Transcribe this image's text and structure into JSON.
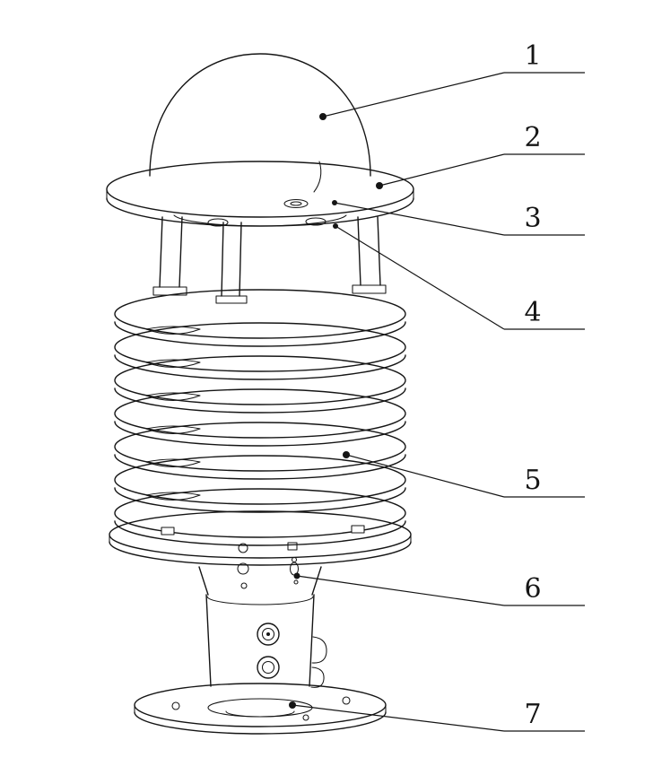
{
  "colors": {
    "line": "#151515",
    "background": "#ffffff"
  },
  "callouts": [
    {
      "label": "1"
    },
    {
      "label": "2"
    },
    {
      "label": "3"
    },
    {
      "label": "4"
    },
    {
      "label": "5"
    },
    {
      "label": "6"
    },
    {
      "label": "7"
    }
  ]
}
